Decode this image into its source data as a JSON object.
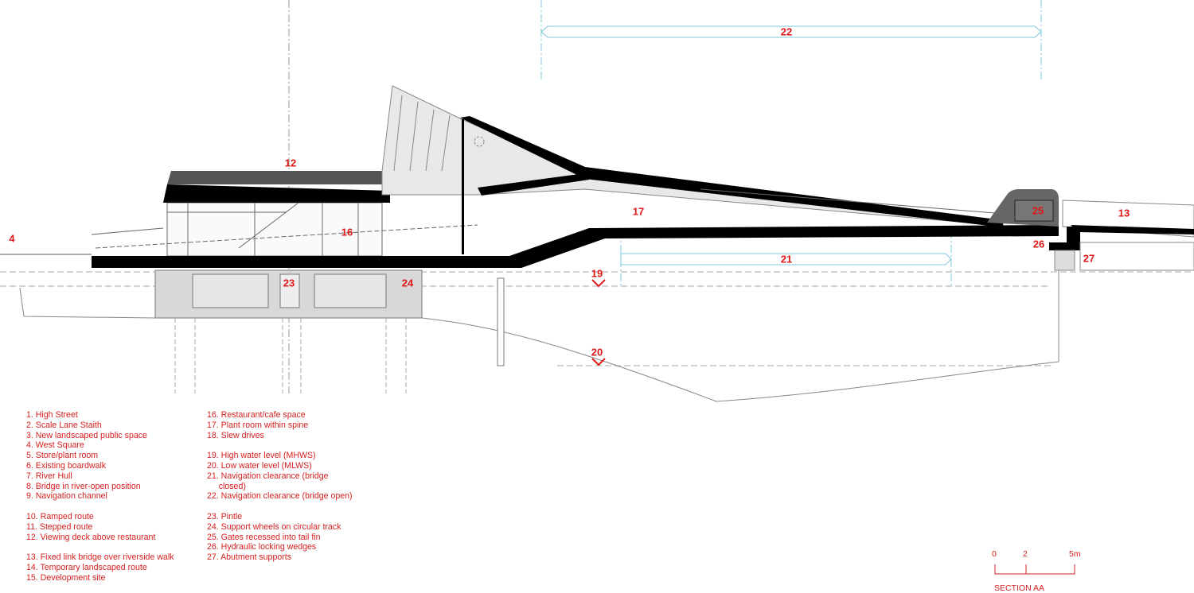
{
  "drawing": {
    "title": "SECTION AA",
    "callouts": {
      "c4": "4",
      "c12": "12",
      "c13": "13",
      "c16": "16",
      "c17": "17",
      "c19": "19",
      "c20": "20",
      "c21": "21",
      "c22": "22",
      "c23": "23",
      "c24": "24",
      "c25": "25",
      "c26": "26",
      "c27": "27"
    },
    "colors": {
      "label": "#e01818",
      "dimension": "#7cc8de",
      "solid": "#000000",
      "fill": "#d8d8d8"
    }
  },
  "legend": {
    "col1": [
      "1. High Street",
      "2. Scale Lane Staith",
      "3. New landscaped public space",
      "4. West Square",
      "5. Store/plant room",
      "6. Existing boardwalk",
      "7. River Hull",
      "8. Bridge in river-open position",
      "9. Navigation channel",
      "",
      "10. Ramped route",
      "11. Stepped route",
      "12. Viewing deck above restaurant",
      "",
      "13. Fixed link bridge over riverside walk",
      "14. Temporary landscaped route",
      "15. Development site"
    ],
    "col2": [
      "16. Restaurant/cafe space",
      "17. Plant room within spine",
      "18. Slew drives",
      "",
      "19. High water level (MHWS)",
      "20. Low water level (MLWS)",
      "21. Navigation clearance (bridge",
      "     closed)",
      "22. Navigation clearance (bridge open)",
      "",
      "23. Pintle",
      "24. Support wheels on circular track",
      "25. Gates recessed into tail fin",
      "26. Hydraulic locking wedges",
      "27. Abutment supports"
    ]
  },
  "scale_bar": {
    "ticks": [
      "0",
      "2",
      "5m"
    ],
    "title": "SECTION AA"
  }
}
